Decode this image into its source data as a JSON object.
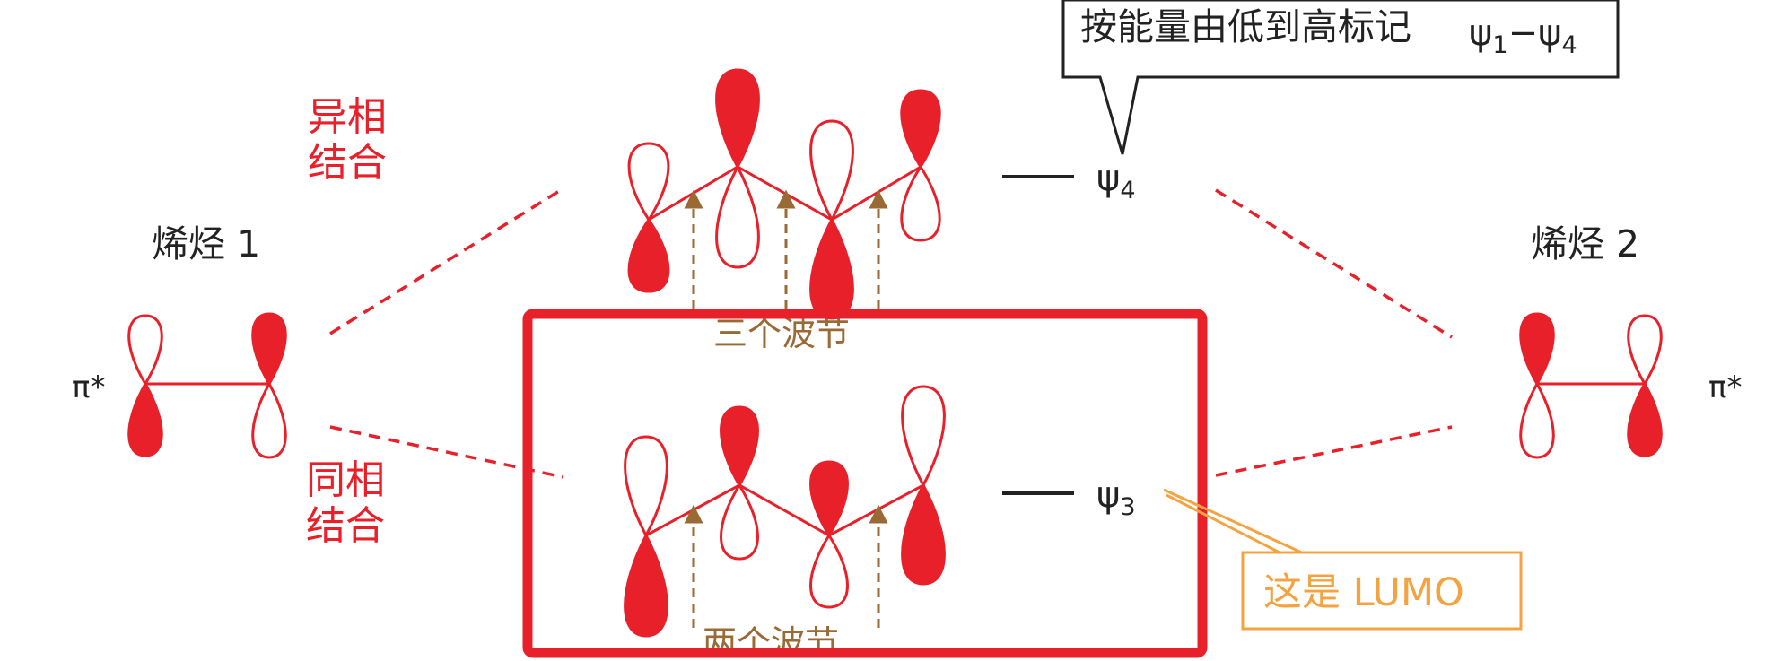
{
  "callout": {
    "text": "按能量由低到高标记",
    "psi_range": {
      "psi": "ψ",
      "from": "1",
      "dash": "−",
      "psi2": "ψ",
      "to": "4"
    }
  },
  "alkene_left": {
    "name": "烯烃 1",
    "orbital": "π*"
  },
  "alkene_right": {
    "name": "烯烃 2",
    "orbital": "π*"
  },
  "combination_out_of_phase": {
    "line1": "异相",
    "line2": "结合"
  },
  "combination_in_phase": {
    "line1": "同相",
    "line2": "结合"
  },
  "level_psi4": {
    "symbol": "ψ",
    "sub": "4",
    "nodes_label": "三个波节"
  },
  "level_psi3": {
    "symbol": "ψ",
    "sub": "3",
    "nodes_label": "两个波节"
  },
  "lumo_note": {
    "text": "这是 LUMO"
  },
  "colors": {
    "lobe_red": "#e8202a",
    "text_red": "#e8202a",
    "node_brown": "#9a6a34",
    "orange": "#f4a341",
    "ink": "#222222"
  }
}
